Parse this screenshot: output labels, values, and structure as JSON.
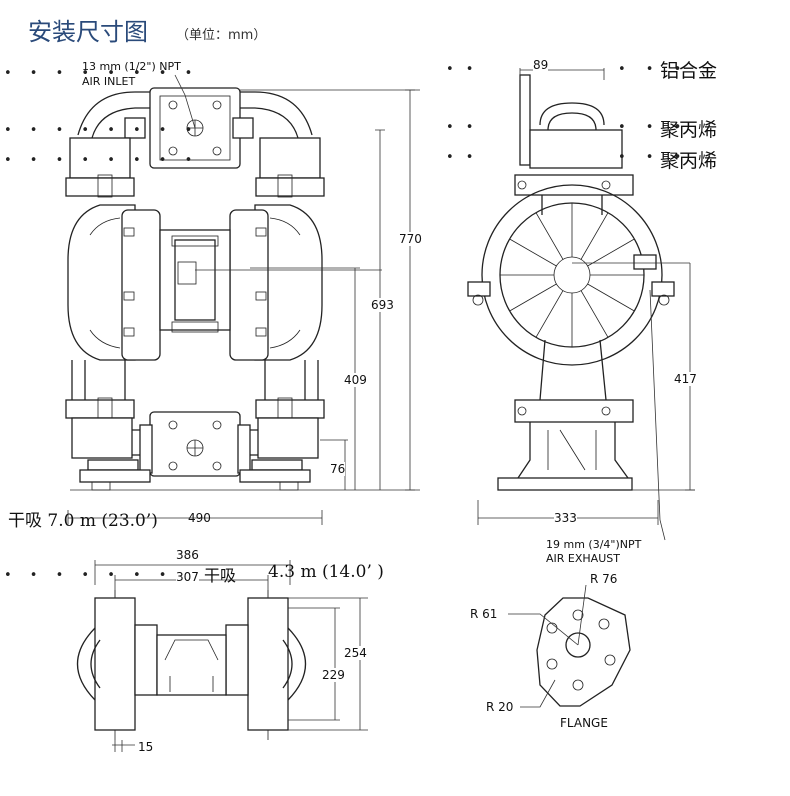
{
  "title": {
    "main": "安装尺寸图",
    "unit": "（单位：mm）"
  },
  "front_view": {
    "air_inlet_line1": "13 mm (1/2\") NPT",
    "air_inlet_line2": "AIR INLET",
    "dim_770": "770",
    "dim_693": "693",
    "dim_409": "409",
    "dim_76": "76",
    "dim_490": "490",
    "dry_lift": "干吸  7.0 m (23.0’)"
  },
  "side_view": {
    "dim_89": "89",
    "dim_417": "417",
    "dim_333": "333",
    "air_exhaust_line1": "19 mm (3/4\")NPT",
    "air_exhaust_line2": "AIR EXHAUST"
  },
  "materials": [
    "铝合金",
    "聚丙烯",
    "聚丙烯"
  ],
  "bottom_view": {
    "dim_386": "386",
    "dim_307": "307",
    "dim_254": "254",
    "dim_229": "229",
    "dim_15": "15",
    "dry_lift": "干吸",
    "dry_lift_value": "4.3 m (14.0’ )"
  },
  "flange": {
    "r76": "R 76",
    "r61": "R 61",
    "r20": "R 20",
    "label": "FLANGE"
  },
  "dot_leader": "• • • • • • • •"
}
